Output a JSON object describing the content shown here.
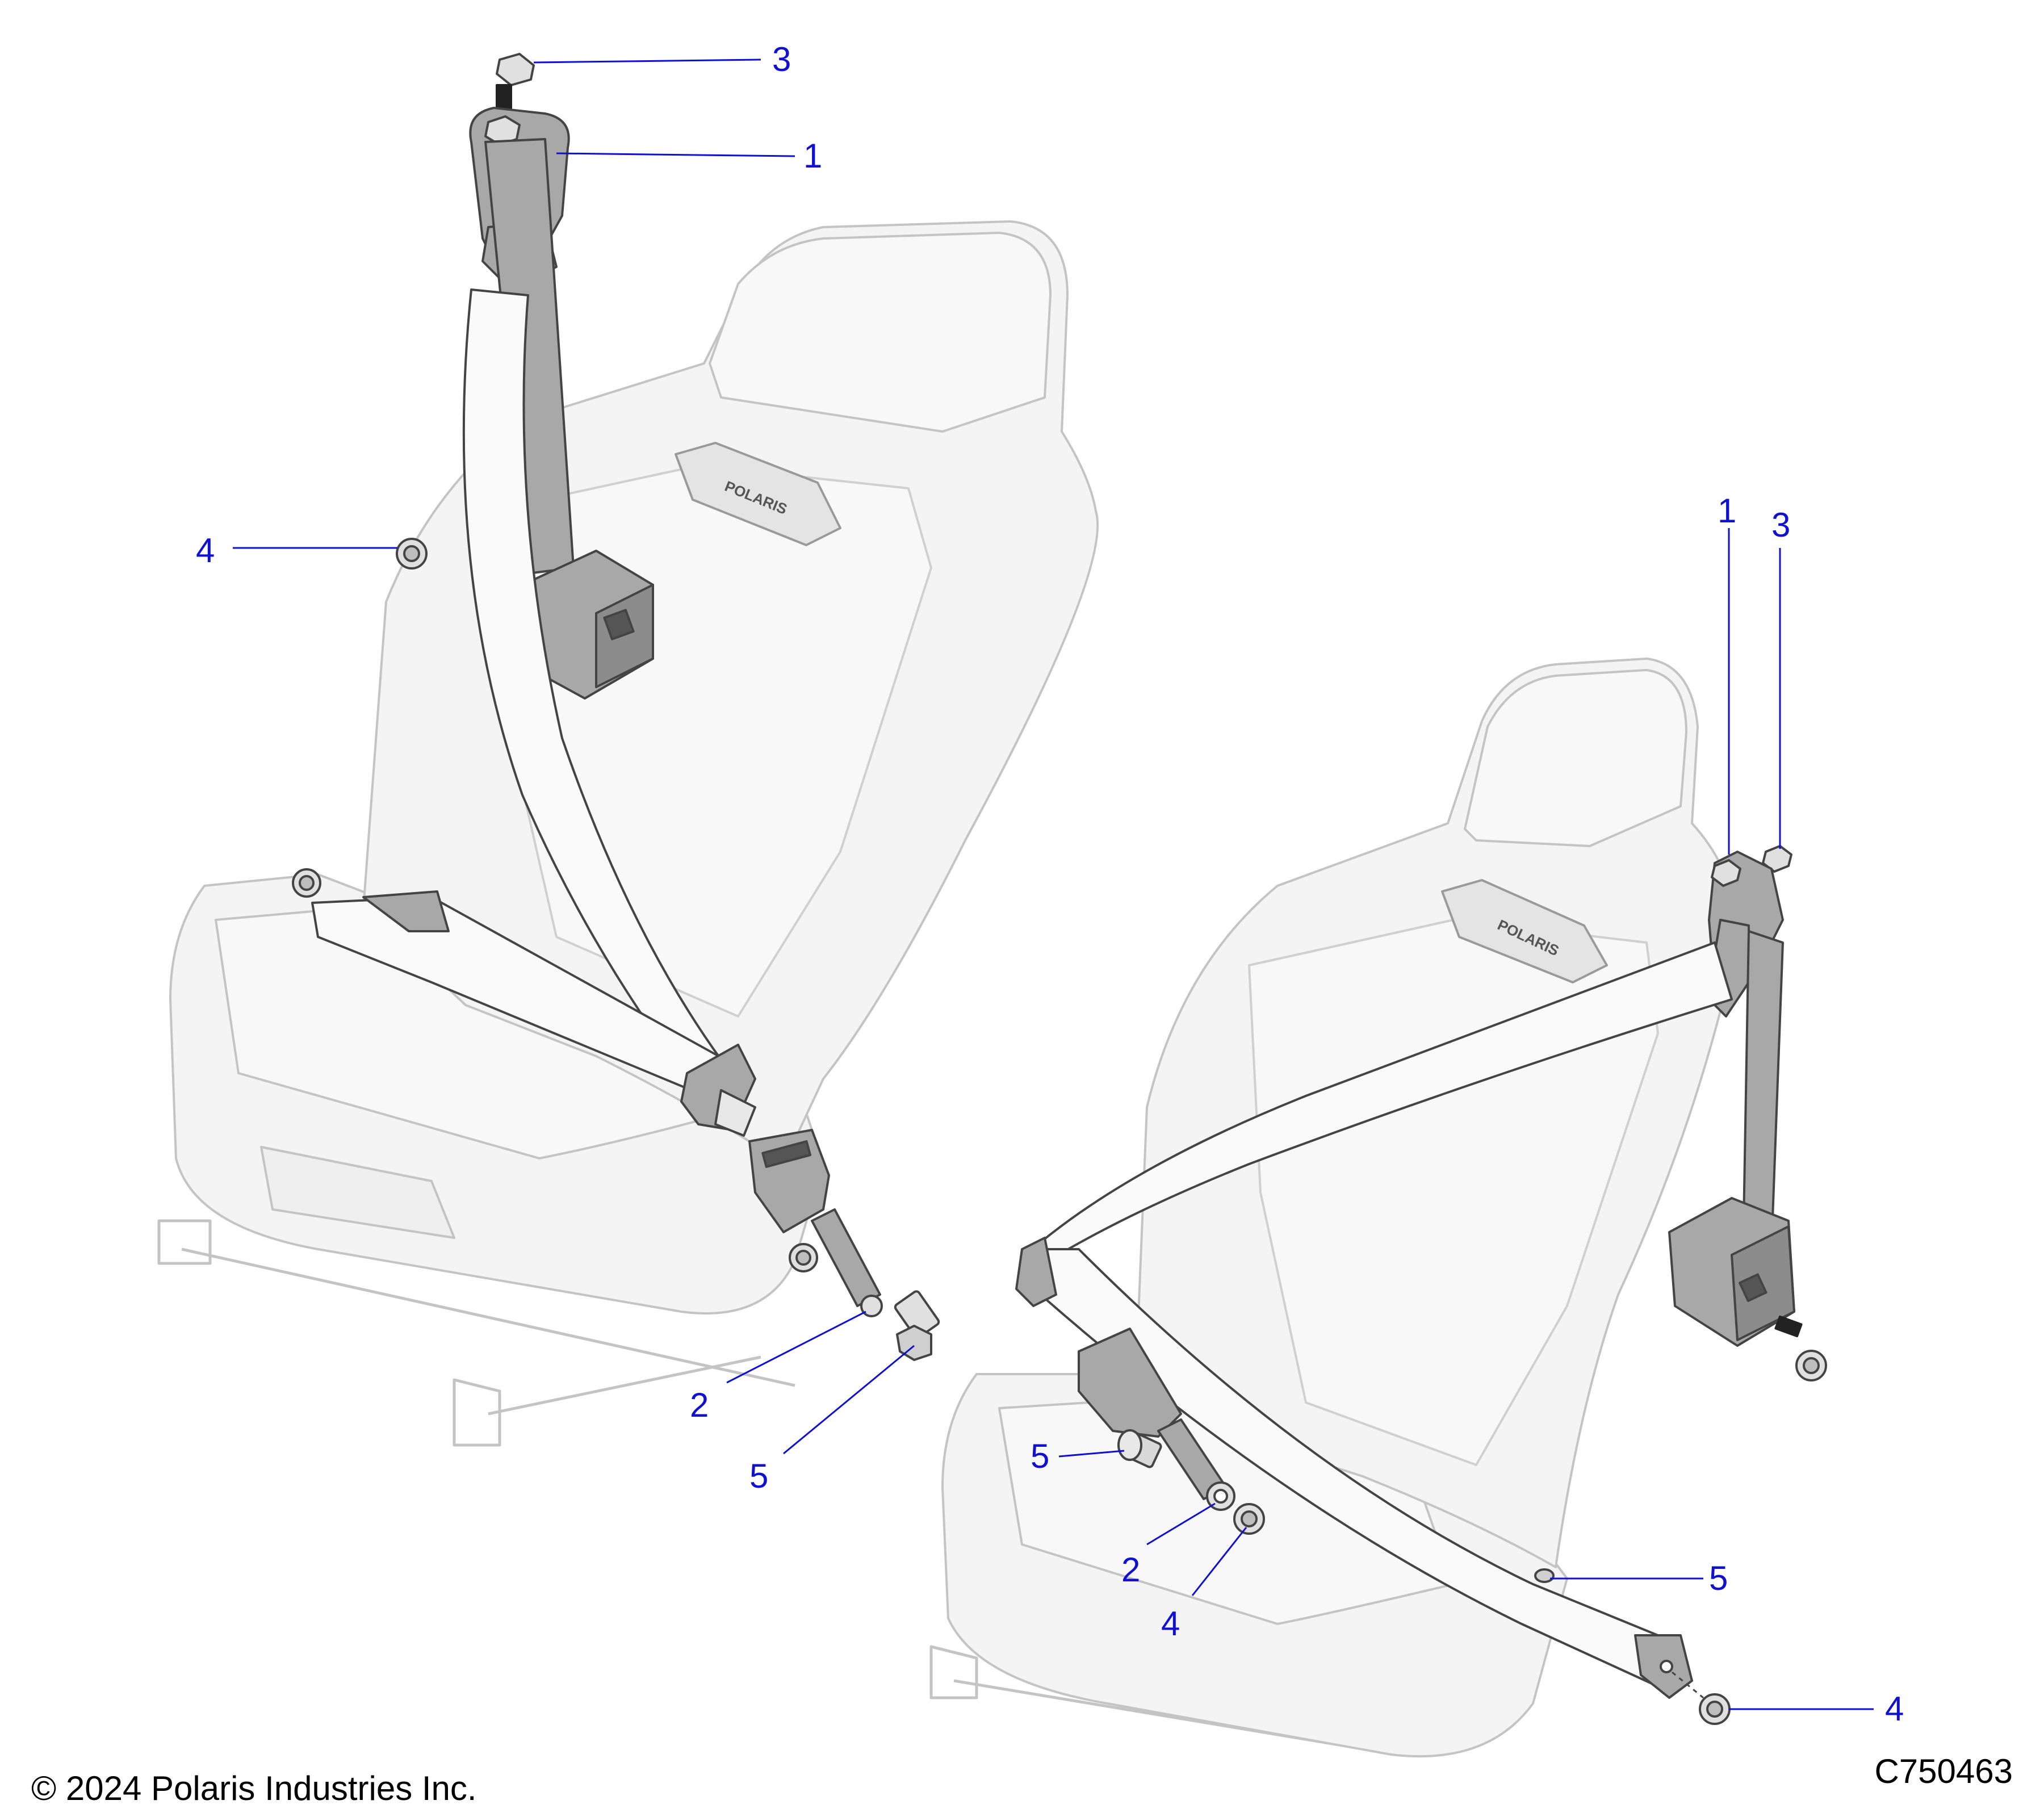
{
  "colors": {
    "callout": "#1010d0",
    "seat_fill": "#f4f4f4",
    "seat_line": "#c4c4c4",
    "belt_fill": "#fafafa",
    "hardware": "#a8a8a8",
    "outline": "#444444"
  },
  "callouts": {
    "left_1": "1",
    "left_2": "2",
    "left_3": "3",
    "left_4": "4",
    "left_5": "5",
    "right_1": "1",
    "right_2": "2",
    "right_3": "3",
    "right_4_upper": "4",
    "right_4_lower": "4",
    "right_5_upper": "5",
    "right_5_lower": "5"
  },
  "seat_logo": "POLARIS",
  "footer": {
    "copyright": "© 2024 Polaris Industries Inc.",
    "drawing_id": "C750463"
  }
}
